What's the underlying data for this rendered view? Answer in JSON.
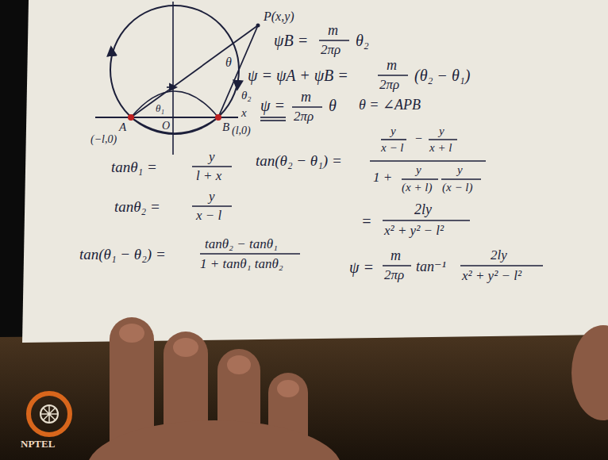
{
  "diagram": {
    "labels": [
      "P(x,y)",
      "θ",
      "θ₁",
      "θ₂",
      "A",
      "O",
      "B",
      "(l,0)",
      "x",
      "(−l,0)",
      "ψB =",
      "m",
      "2πρ",
      "θ₂",
      "ψ = ψA + ψB =",
      "m",
      "2πρ",
      "(θ₂ − θ₁)",
      "ψ =",
      "m",
      "2πρ",
      "θ",
      "θ = ∠APB",
      "tan(θ₂ − θ₁) =",
      "y",
      "x − l",
      "−",
      "y",
      "x + l",
      "1 +",
      "y",
      "(x + l)",
      "y",
      "(x − l)",
      "=",
      "2ly",
      "x² + y² − l²",
      "tanθ₁ =",
      "y",
      "l + x",
      "tanθ₂ =",
      "y",
      "x − l",
      "tan(θ₁ − θ₂) =",
      "tanθ₂ − tanθ₁",
      "1 + tanθ₁ tanθ₂",
      "ψ =",
      "m",
      "2πρ",
      "tan⁻¹",
      "2ly",
      "x² + y² − l²",
      "NPTEL"
    ]
  }
}
